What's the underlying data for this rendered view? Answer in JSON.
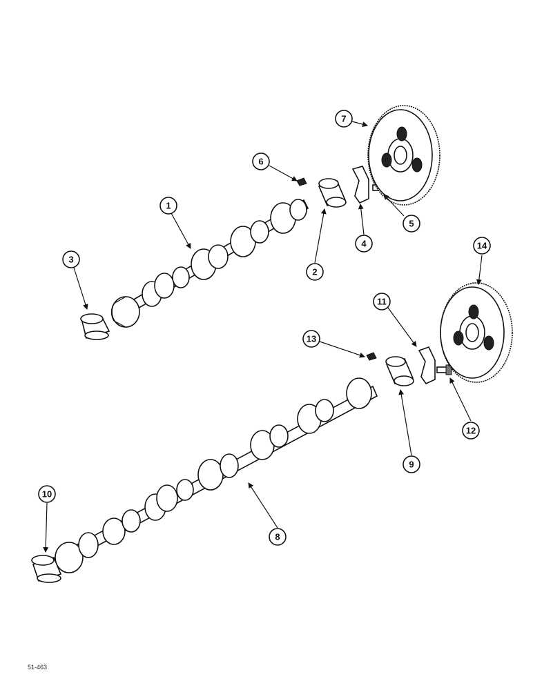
{
  "callouts": [
    {
      "id": "1",
      "label": "1"
    },
    {
      "id": "2",
      "label": "2"
    },
    {
      "id": "3",
      "label": "3"
    },
    {
      "id": "4",
      "label": "4"
    },
    {
      "id": "5",
      "label": "5"
    },
    {
      "id": "6",
      "label": "6"
    },
    {
      "id": "7",
      "label": "7"
    },
    {
      "id": "8",
      "label": "8"
    },
    {
      "id": "9",
      "label": "9"
    },
    {
      "id": "10",
      "label": "10"
    },
    {
      "id": "11",
      "label": "11"
    },
    {
      "id": "12",
      "label": "12"
    },
    {
      "id": "13",
      "label": "13"
    },
    {
      "id": "14",
      "label": "14"
    }
  ],
  "figure_ref": "51-463"
}
